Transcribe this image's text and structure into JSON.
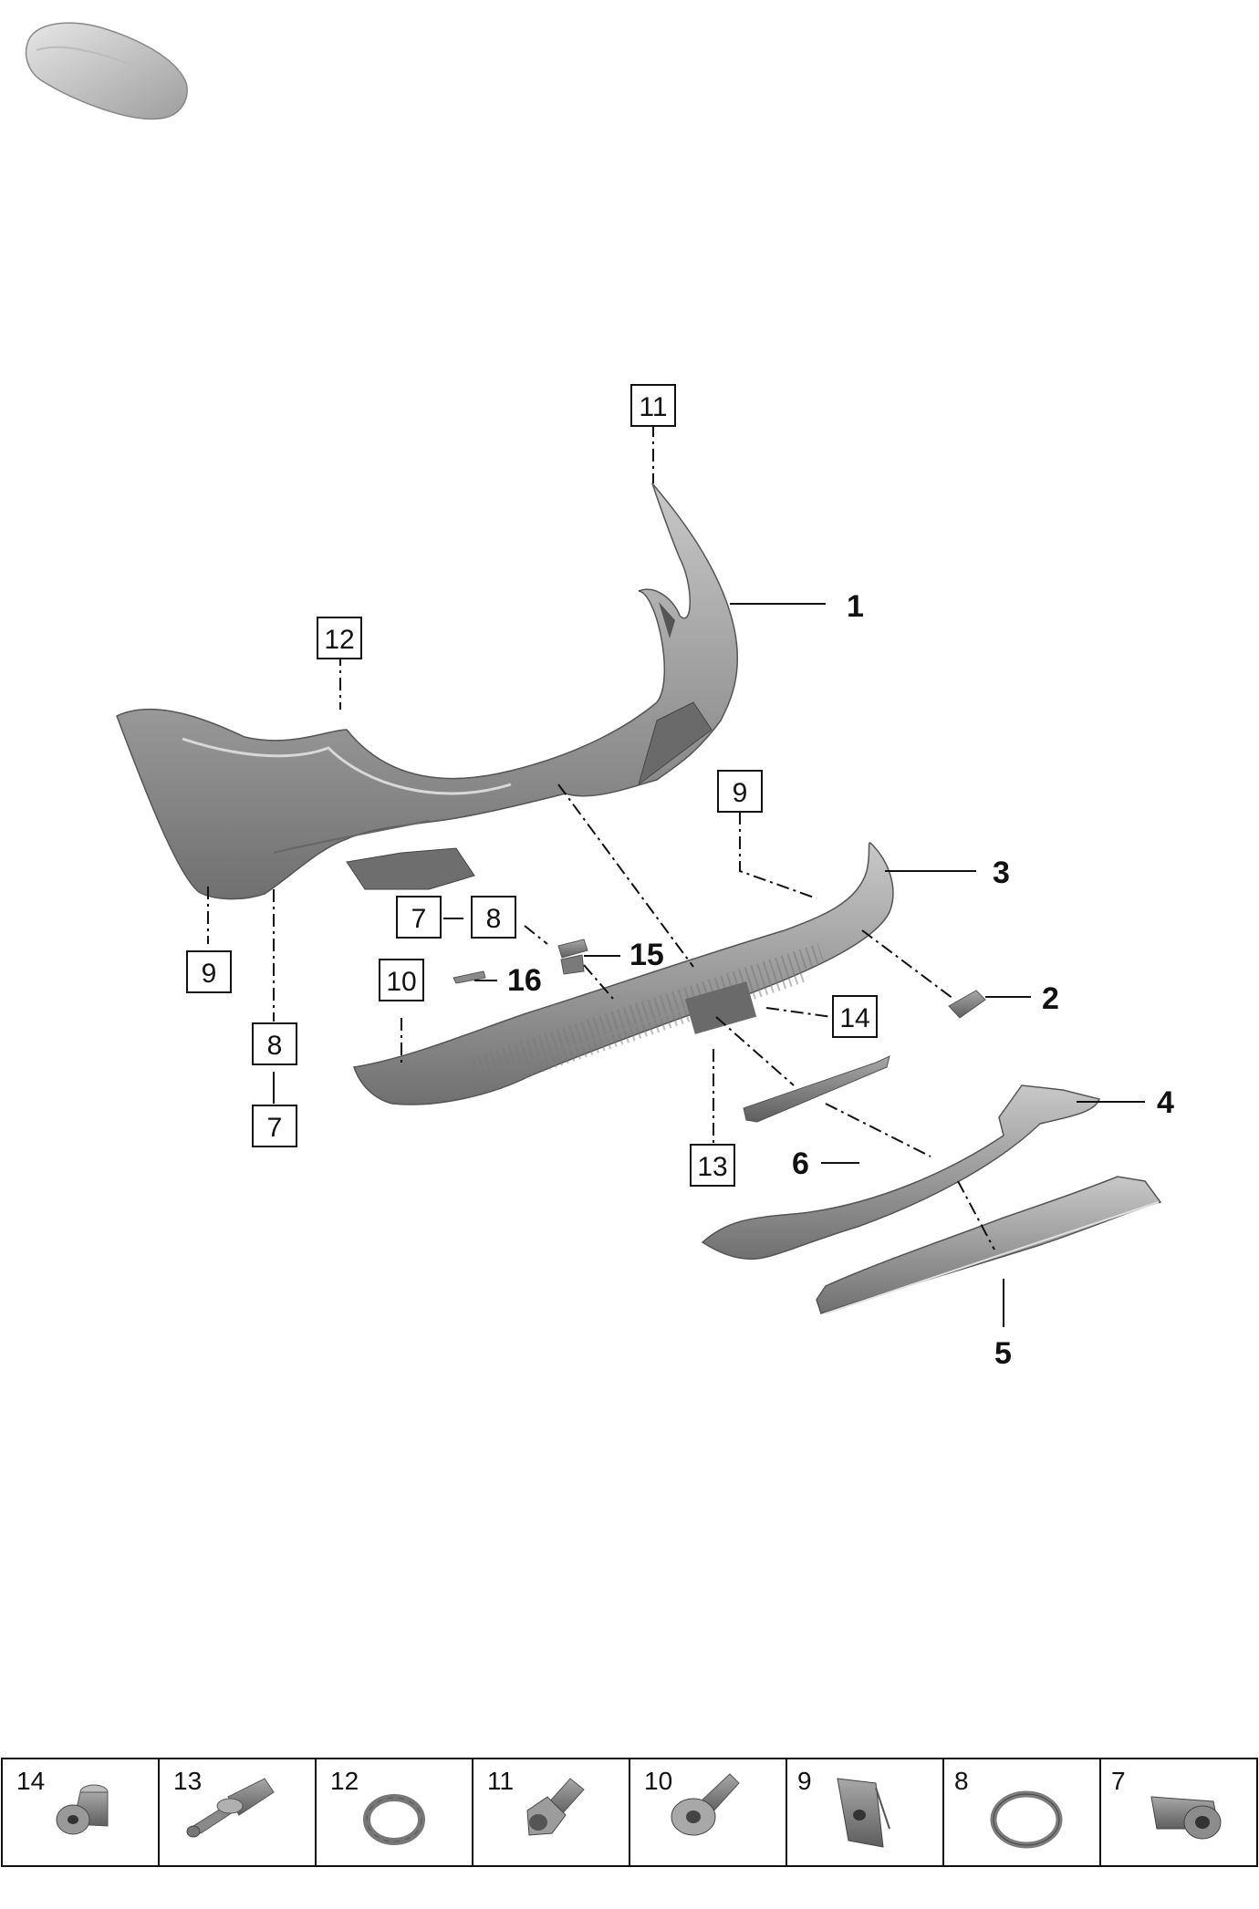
{
  "diagram": {
    "callouts": [
      {
        "id": "c1",
        "label": "1"
      },
      {
        "id": "c2",
        "label": "2"
      },
      {
        "id": "c3",
        "label": "3"
      },
      {
        "id": "c4",
        "label": "4"
      },
      {
        "id": "c5",
        "label": "5"
      },
      {
        "id": "c6",
        "label": "6"
      },
      {
        "id": "c15",
        "label": "15"
      },
      {
        "id": "c16",
        "label": "16"
      }
    ],
    "boxed_labels": [
      {
        "id": "b11",
        "label": "11"
      },
      {
        "id": "b12",
        "label": "12"
      },
      {
        "id": "b9a",
        "label": "9"
      },
      {
        "id": "b9b",
        "label": "9"
      },
      {
        "id": "b7a",
        "label": "7"
      },
      {
        "id": "b8a",
        "label": "8"
      },
      {
        "id": "b10",
        "label": "10"
      },
      {
        "id": "b14",
        "label": "14"
      },
      {
        "id": "b13",
        "label": "13"
      },
      {
        "id": "b8b",
        "label": "8"
      },
      {
        "id": "b7b",
        "label": "7"
      }
    ]
  },
  "legend": [
    {
      "number": "14",
      "icon": "rivet-nut-icon"
    },
    {
      "number": "13",
      "icon": "expanding-rivet-icon"
    },
    {
      "number": "12",
      "icon": "clip-ring-icon"
    },
    {
      "number": "11",
      "icon": "hex-bolt-icon"
    },
    {
      "number": "10",
      "icon": "plastic-screw-icon"
    },
    {
      "number": "9",
      "icon": "spring-nut-clip-icon"
    },
    {
      "number": "8",
      "icon": "seal-ring-icon"
    },
    {
      "number": "7",
      "icon": "sensor-holder-icon"
    }
  ],
  "colors": {
    "part_fill": "#9a9a9a",
    "part_shade": "#6f6f6f",
    "part_light": "#c4c4c4",
    "line": "#111111"
  }
}
